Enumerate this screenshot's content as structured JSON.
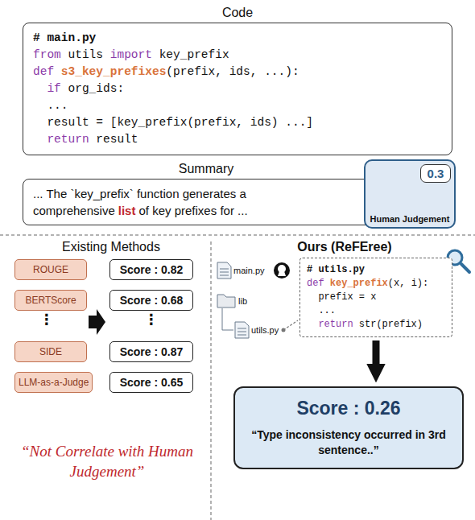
{
  "diagram": {
    "nodes": [
      {
        "text": [
          "Code",
          "# main.py",
          "from utils import key_prefix",
          "def s3_key_prefixes(prefix, ids, ...):",
          "if org_ids:",
          "...",
          "result = [key_prefix(prefix, ids) ...]",
          "return result"
        ]
      },
      {
        "text": [
          "Summary",
          "... The `key_prefix` function generates a comprehensive",
          "list",
          "of key prefixes for ..."
        ]
      },
      {
        "text": [
          "Human Judgement"
        ]
      },
      {
        "text": [
          "0.3"
        ],
        "in": 2
      },
      {
        "text": [
          "ROUGE"
        ]
      },
      {
        "text": [
          "BERTScore"
        ]
      },
      {
        "text": [
          "SIDE"
        ]
      },
      {
        "text": [
          "LLM-as-a-Judge"
        ]
      },
      {
        "text": [
          "Score : 0.82"
        ]
      },
      {
        "text": [
          "Score : 0.68"
        ]
      },
      {
        "text": [
          "Score : 0.87"
        ]
      },
      {
        "text": [
          "Score : 0.65"
        ]
      },
      {
        "text": [
          "# utils.py",
          "def key_prefix(x, i):",
          "prefix = x",
          "...",
          "return str(prefix)"
        ]
      },
      {
        "text": [
          "Score : 0.26",
          "“Type inconsistency occurred in 3rd sentence..”"
        ]
      }
    ],
    "edges": [
      {
        "from": 12,
        "to": 13,
        "arrow": "to"
      }
    ],
    "labels": [
      "Existing Methods",
      "⋮",
      "⋮",
      "“Not Correlate with Human Judgement”",
      "Ours (ReFEree)",
      "main.py",
      "lib",
      "utils.py"
    ]
  }
}
